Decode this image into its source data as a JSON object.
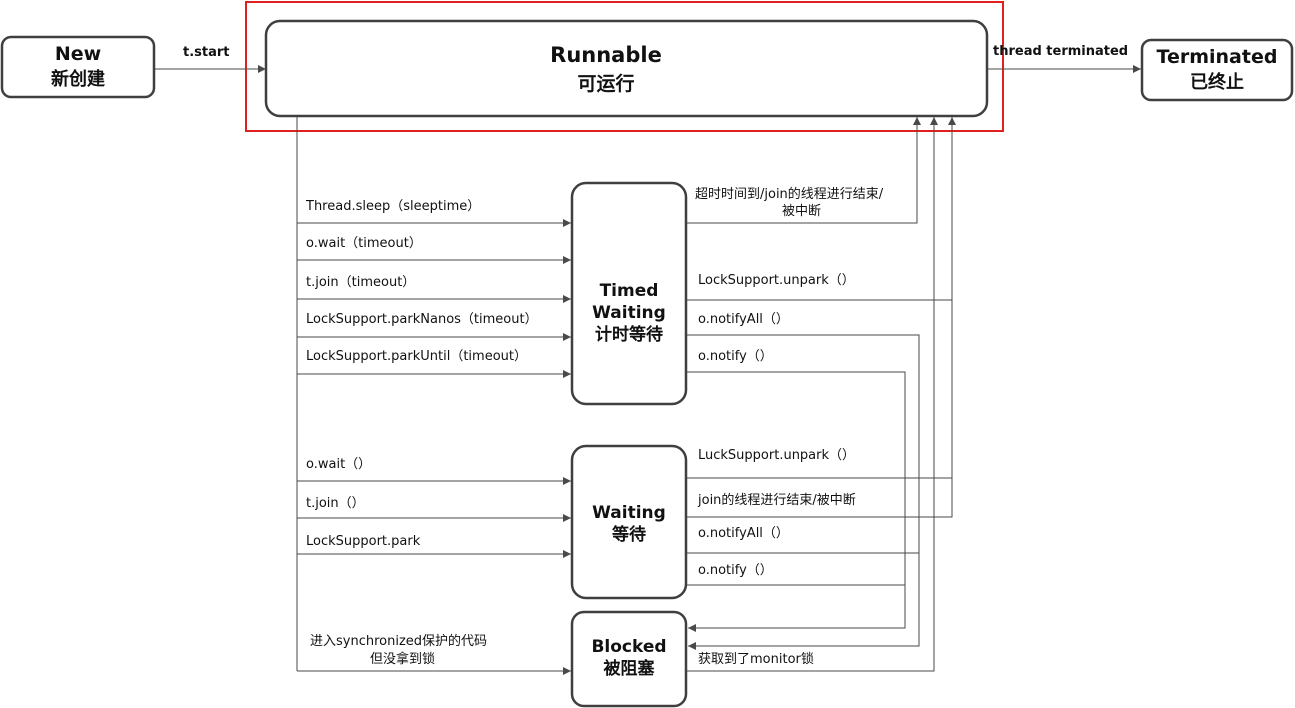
{
  "states": {
    "new": {
      "title": "New",
      "subtitle": "新创建"
    },
    "runnable": {
      "title": "Runnable",
      "subtitle": "可运行"
    },
    "terminated": {
      "title": "Terminated",
      "subtitle": "已终止"
    },
    "timed_waiting": {
      "line1": "Timed",
      "line2": "Waiting",
      "line3": "计时等待"
    },
    "waiting": {
      "title": "Waiting",
      "subtitle": "等待"
    },
    "blocked": {
      "title": "Blocked",
      "subtitle": "被阻塞"
    }
  },
  "transitions": {
    "t_start": "t.start",
    "thread_terminated": "thread terminated",
    "sleep": "Thread.sleep（sleeptime）",
    "wait_timeout": "o.wait（timeout）",
    "join_timeout": "t.join（timeout）",
    "park_nanos": "LockSupport.parkNanos（timeout）",
    "park_until": "LockSupport.parkUntil（timeout）",
    "wait": "o.wait（）",
    "join": "t.join（）",
    "park": "LockSupport.park",
    "sync_line1": "进入synchronized保护的代码",
    "sync_line2": "但没拿到锁",
    "timeout_line1": "超时时间到/join的线程进行结束/",
    "timeout_line2": "被中断",
    "tw_unpark": "LockSupport.unpark（）",
    "tw_notify_all": "o.notifyAll（）",
    "tw_notify": "o.notify（）",
    "w_unpark": "LuckSupport.unpark（）",
    "w_join_end": "join的线程进行结束/被中断",
    "w_notify_all": "o.notifyAll（）",
    "w_notify": "o.notify（）",
    "monitor": "获取到了monitor锁"
  },
  "colors": {
    "highlight": "#e02020",
    "box_stroke": "#3f3f3f",
    "edge": "#4a4a4a"
  }
}
